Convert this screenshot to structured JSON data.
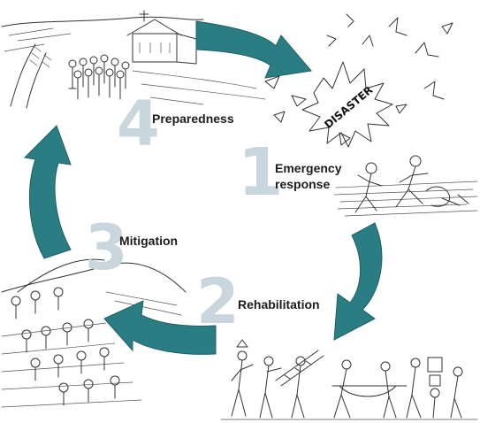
{
  "colors": {
    "arrow": "#2b7d84",
    "arrow_edge": "#1f5f64",
    "number": "#c9d6dd",
    "sketch": "#333333"
  },
  "stages": [
    {
      "number": "1",
      "label_line1": "Emergency",
      "label_line2": "response"
    },
    {
      "number": "2",
      "label": "Rehabilitation"
    },
    {
      "number": "3",
      "label": "Mitigation"
    },
    {
      "number": "4",
      "label": "Preparedness"
    }
  ],
  "disaster_label": "DISASTER"
}
